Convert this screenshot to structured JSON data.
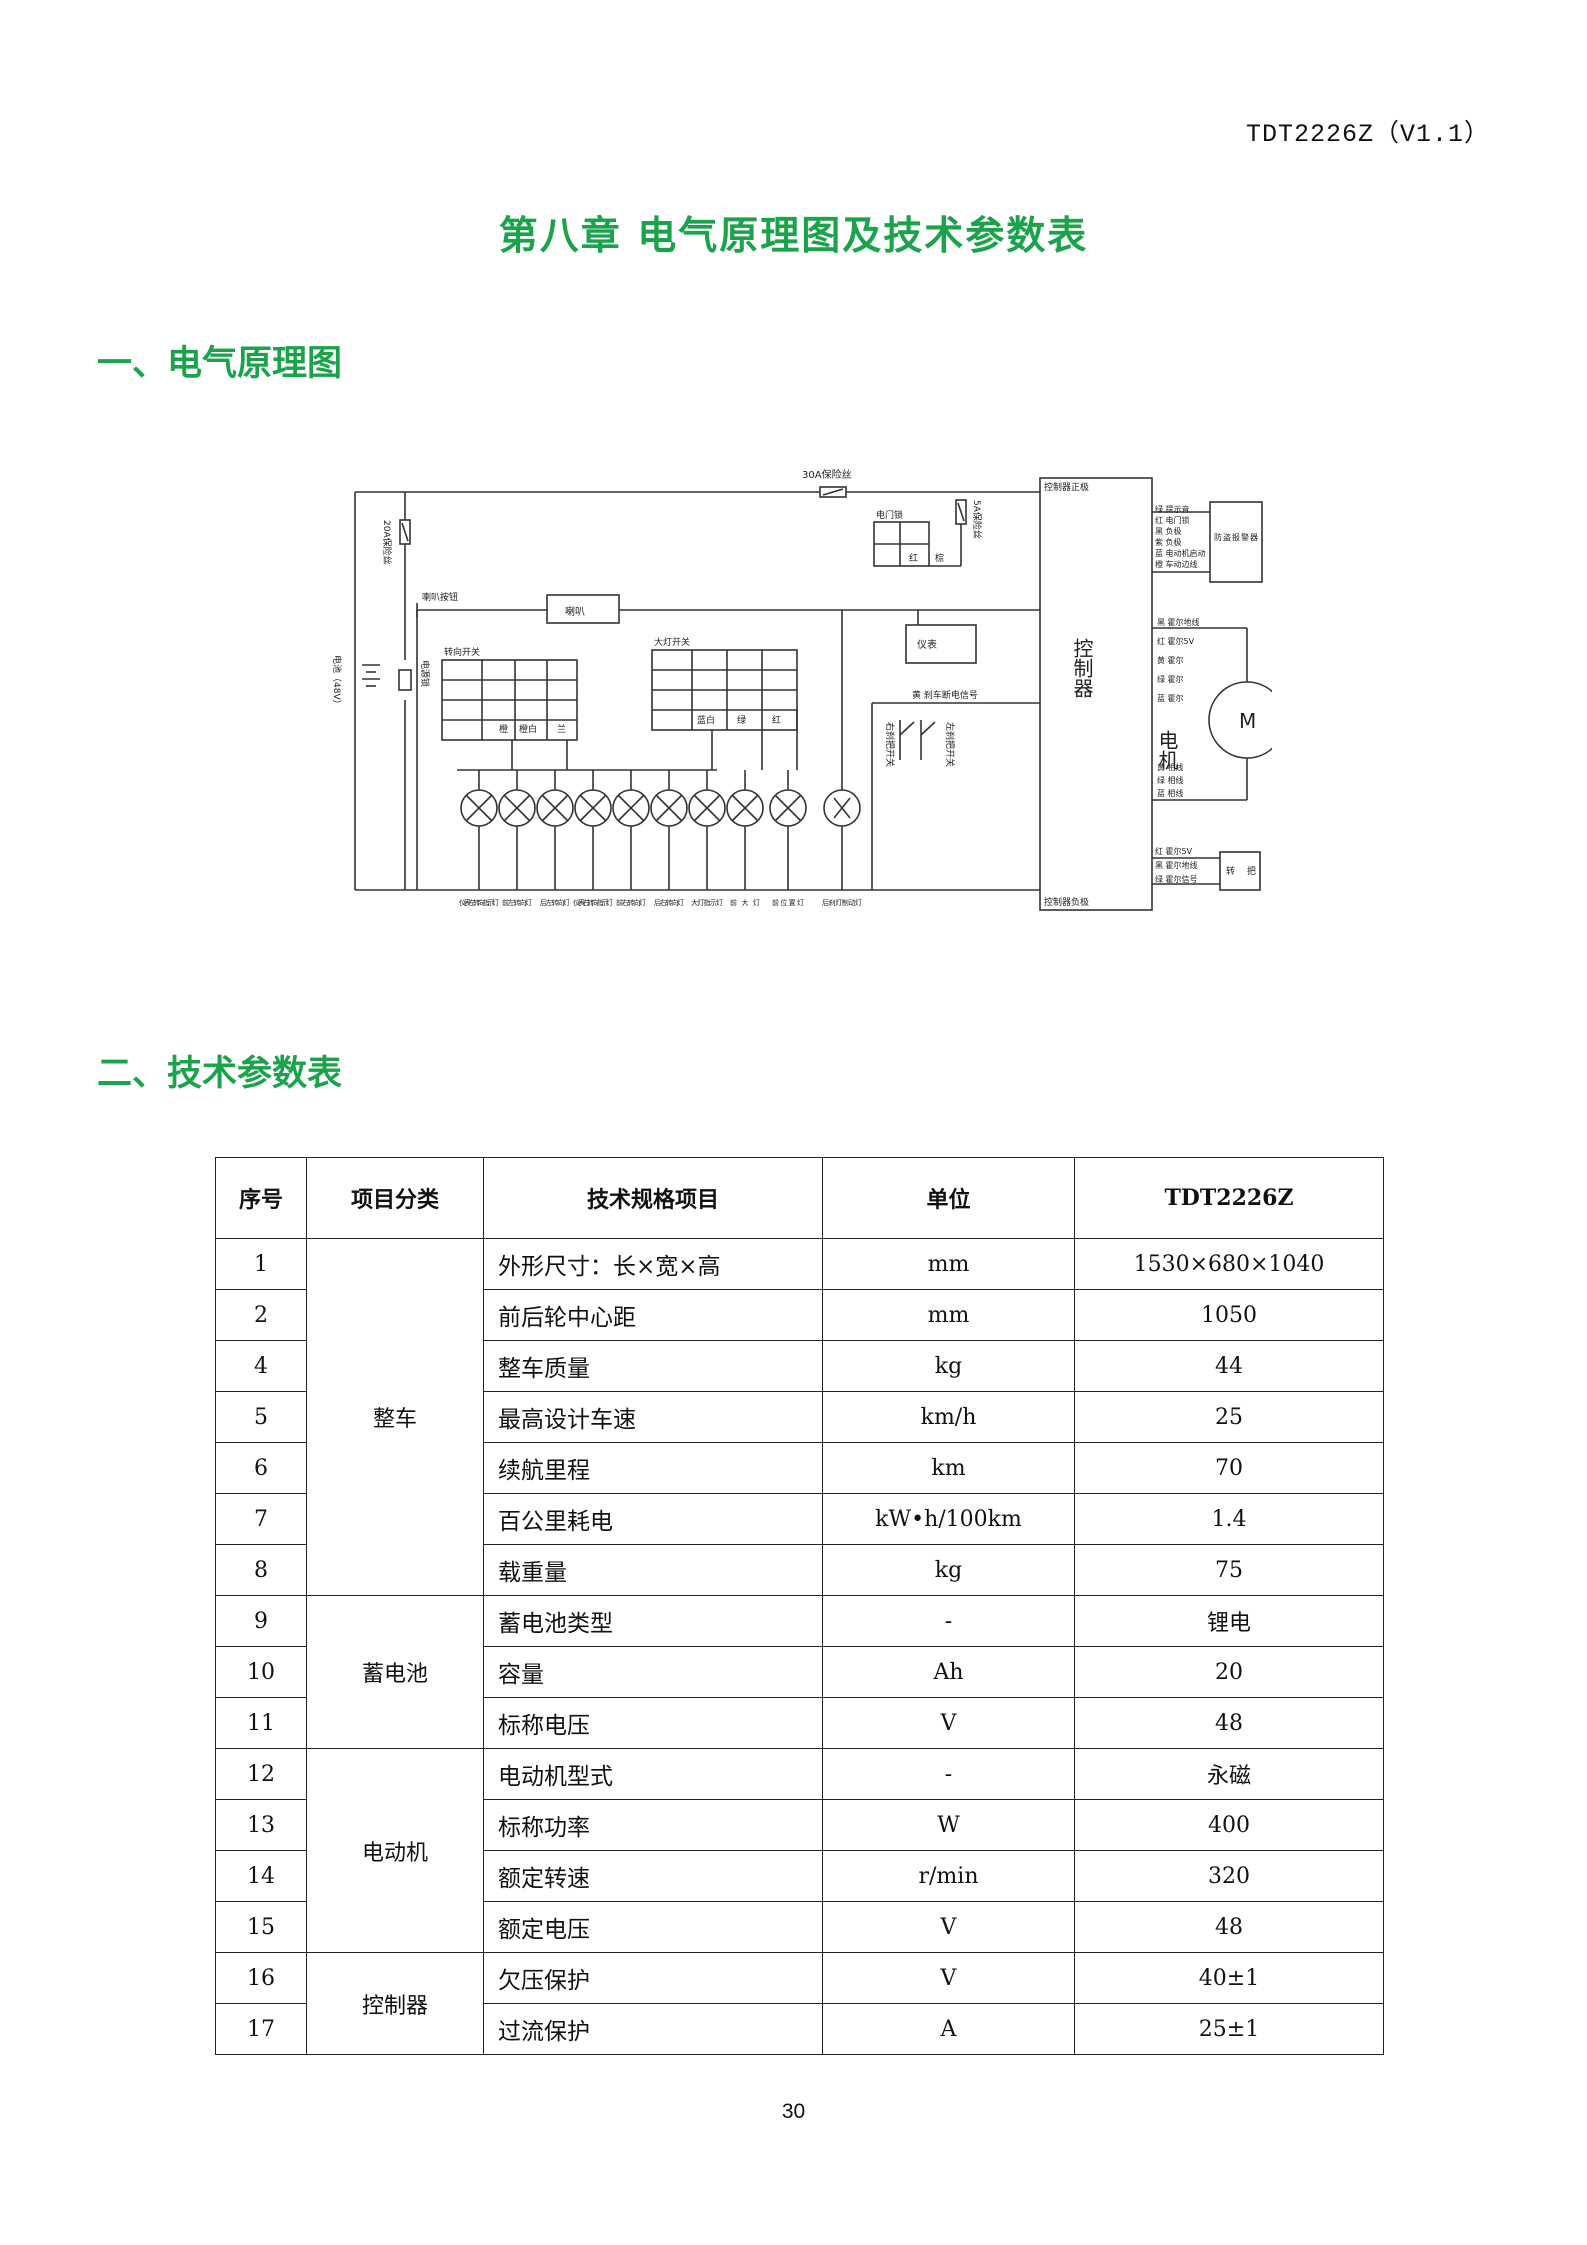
{
  "header": {
    "doc_code": "TDT2226Z（V1.1）"
  },
  "chapter_title": "第八章   电气原理图及技术参数表",
  "section1_title": "一、电气原理图",
  "section2_title": "二、技术参数表",
  "diagram": {
    "fuse_30a": "30A保险丝",
    "fuse_20a": "20A保险丝",
    "fuse_5a": "5A保险丝",
    "battery": "电池（48V）",
    "power_lock": "电源锁",
    "horn_button": "喇叭按钮",
    "horn": "喇叭",
    "turn_switch": "转向开关",
    "light_switch": "大灯开关",
    "elec_door_lock": "电门锁",
    "lock_red": "红",
    "lock_brown": "棕",
    "meter": "仪表",
    "brake_signal": "黄 刹车断电信号",
    "right_brake_switch": "右刹把开关",
    "left_brake_switch": "左刹把开关",
    "controller_pos": "控制器正极",
    "controller_neg": "控制器负极",
    "controller": "控制器",
    "motor": "电机",
    "motor_symbol": "M",
    "anti_theft_alarm": "防盗报警器",
    "handlebar": "转把",
    "turn_switch_cols": [
      "橙",
      "橙白",
      "兰"
    ],
    "light_switch_cols": [
      "蓝白",
      "绿",
      "红"
    ],
    "alarm_wires": [
      "绿 提示音",
      "红 电门锁",
      "黑 负极",
      "紫 负极",
      "蓝 电动机启动",
      "橙 车动边线"
    ],
    "motor_wires_top": [
      "黑 霍尔地线",
      "红 霍尔5V",
      "黄 霍尔",
      "绿 霍尔",
      "蓝 霍尔"
    ],
    "motor_wires_bottom": [
      "黄 相线",
      "绿 相线",
      "蓝 相线"
    ],
    "handlebar_wires": [
      "红 霍尔5V",
      "黑 霍尔地线",
      "绿 霍尔信号"
    ],
    "lamps": [
      "仪表左转向指示灯",
      "前左转向灯",
      "后左转向灯",
      "仪表右转向指示灯",
      "前右转向灯",
      "后右转向灯",
      "大灯指示灯",
      "前大灯",
      "前位置灯",
      "后刹灯制动灯"
    ]
  },
  "table": {
    "headers": [
      "序号",
      "项目分类",
      "技术规格项目",
      "单位",
      "TDT2226Z"
    ],
    "groups": [
      {
        "category": "整车",
        "rows": [
          {
            "no": "1",
            "item": "外形尺寸：长×宽×高",
            "unit": "mm",
            "value": "1530×680×1040"
          },
          {
            "no": "2",
            "item": "前后轮中心距",
            "unit": "mm",
            "value": "1050"
          },
          {
            "no": "4",
            "item": "整车质量",
            "unit": "kg",
            "value": "44"
          },
          {
            "no": "5",
            "item": "最高设计车速",
            "unit": "km/h",
            "value": "25"
          },
          {
            "no": "6",
            "item": "续航里程",
            "unit": "km",
            "value": "70"
          },
          {
            "no": "7",
            "item": "百公里耗电",
            "unit": "kW•h/100km",
            "value": "1.4"
          },
          {
            "no": "8",
            "item": "载重量",
            "unit": "kg",
            "value": "75"
          }
        ]
      },
      {
        "category": "蓄电池",
        "rows": [
          {
            "no": "9",
            "item": "蓄电池类型",
            "unit": "-",
            "value": "锂电"
          },
          {
            "no": "10",
            "item": "容量",
            "unit": "Ah",
            "value": "20"
          },
          {
            "no": "11",
            "item": "标称电压",
            "unit": "V",
            "value": "48"
          }
        ]
      },
      {
        "category": "电动机",
        "rows": [
          {
            "no": "12",
            "item": "电动机型式",
            "unit": "-",
            "value": "永磁"
          },
          {
            "no": "13",
            "item": "标称功率",
            "unit": "W",
            "value": "400"
          },
          {
            "no": "14",
            "item": "额定转速",
            "unit": "r/min",
            "value": "320"
          },
          {
            "no": "15",
            "item": "额定电压",
            "unit": "V",
            "value": "48"
          }
        ]
      },
      {
        "category": "控制器",
        "rows": [
          {
            "no": "16",
            "item": "欠压保护",
            "unit": "V",
            "value": "40±1"
          },
          {
            "no": "17",
            "item": "过流保护",
            "unit": "A",
            "value": "25±1"
          }
        ]
      }
    ]
  },
  "footer": {
    "page_number": "30"
  }
}
